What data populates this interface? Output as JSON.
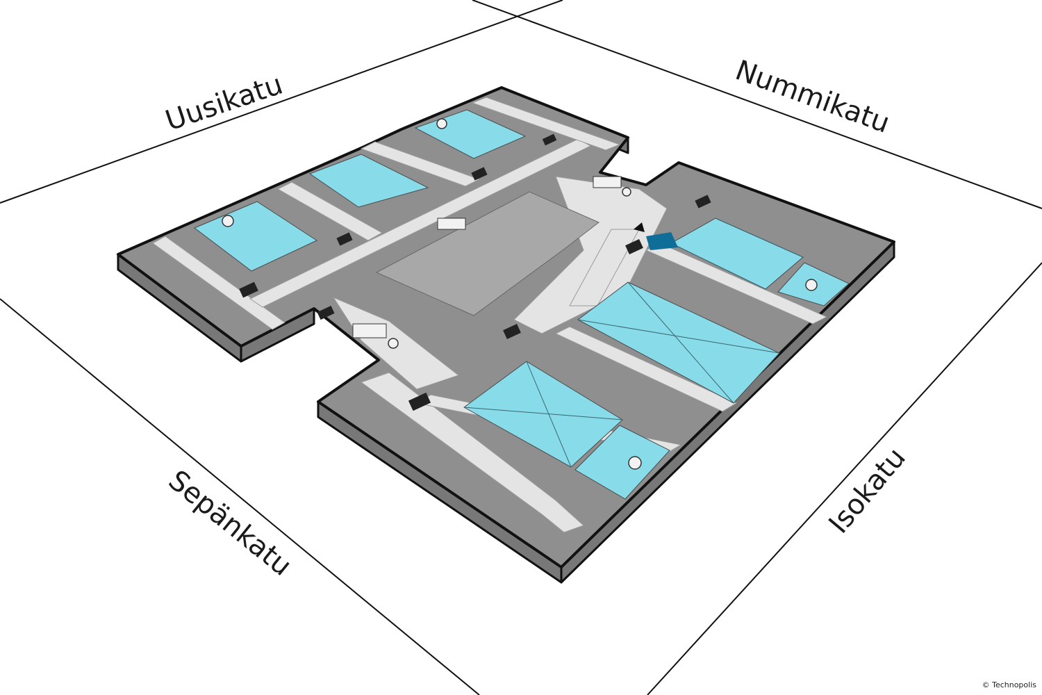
{
  "streets": {
    "north_west": "Uusikatu",
    "north_east": "Nummikatu",
    "south_west": "Sepänkatu",
    "south_east": "Isokatu"
  },
  "credit": "© Technopolis",
  "colors": {
    "floor_dark": "#8f8f8f",
    "floor_side": "#7a7a7a",
    "corridor": "#e4e4e4",
    "atrium": "#a8a8a8",
    "room_blue": "#88dbe9",
    "accent_blue": "#0f6e98",
    "outline": "#111111"
  }
}
